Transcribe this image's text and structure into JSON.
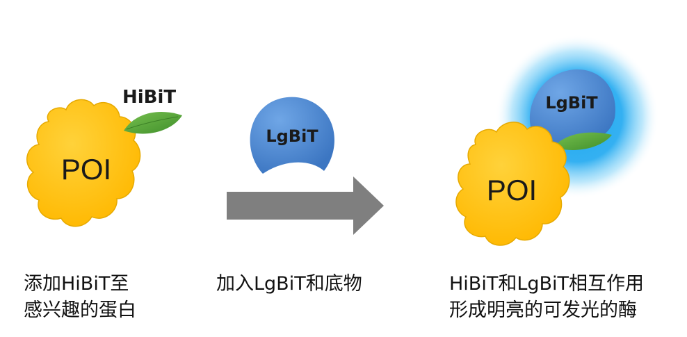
{
  "diagram": {
    "labels": {
      "poi": "POI",
      "hibit": "HiBiT",
      "lgbit": "LgBiT"
    },
    "colors": {
      "poi_yellow": "#FFC61A",
      "poi_outline": "#E0A400",
      "lgbit_blue": "#4A86CF",
      "hibit_green": "#5AA93A",
      "arrow_gray": "#7F7F7F",
      "glow_blue": "#1EA8F0"
    },
    "captions": {
      "step1_line1": "添加HiBiT至",
      "step1_line2": "感兴趣的蛋白",
      "step2_line1": "加入LgBiT和底物",
      "step3_line1": "HiBiT和LgBiT相互作用",
      "step3_line2": "形成明亮的可发光的酶"
    }
  }
}
